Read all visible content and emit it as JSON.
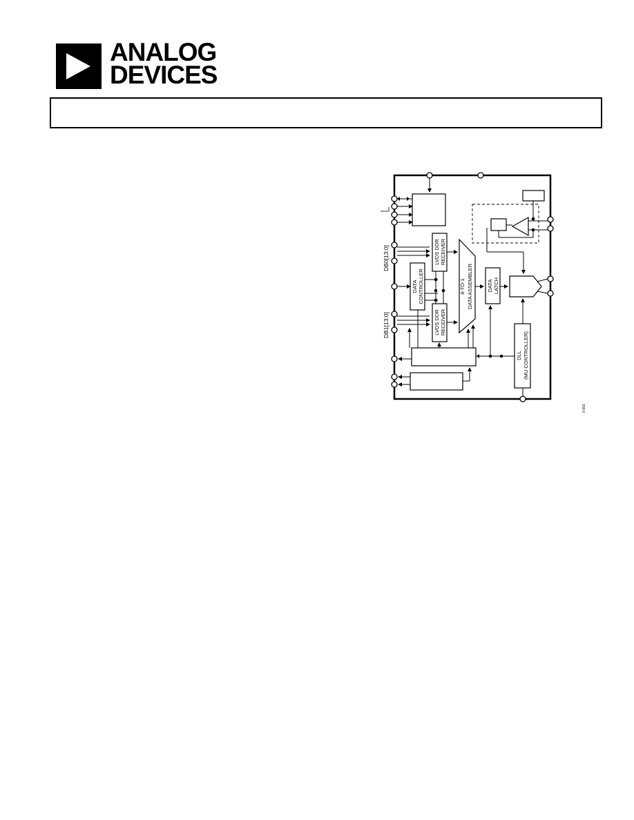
{
  "logo": {
    "line1": "ANALOG",
    "line2": "DEVICES"
  },
  "diagram": {
    "blocks": {
      "lvds_rx_top": [
        "LVDS DDR",
        "RECEIVER"
      ],
      "lvds_rx_bottom": [
        "LVDS DDR",
        "RECEIVER"
      ],
      "data_controller": [
        "DATA",
        "CONTROLLER"
      ],
      "data_assembler": [
        "4-TO-1",
        "DATA ASSEMBLER"
      ],
      "data_latch": [
        "DATA",
        "LATCH"
      ],
      "dll": [
        "DLL",
        "(MU CONTROLLER)"
      ]
    },
    "pins": {
      "db0": "DB0[13:0]",
      "db1": "DB1[13:0]"
    },
    "figure_id": "0-001"
  }
}
